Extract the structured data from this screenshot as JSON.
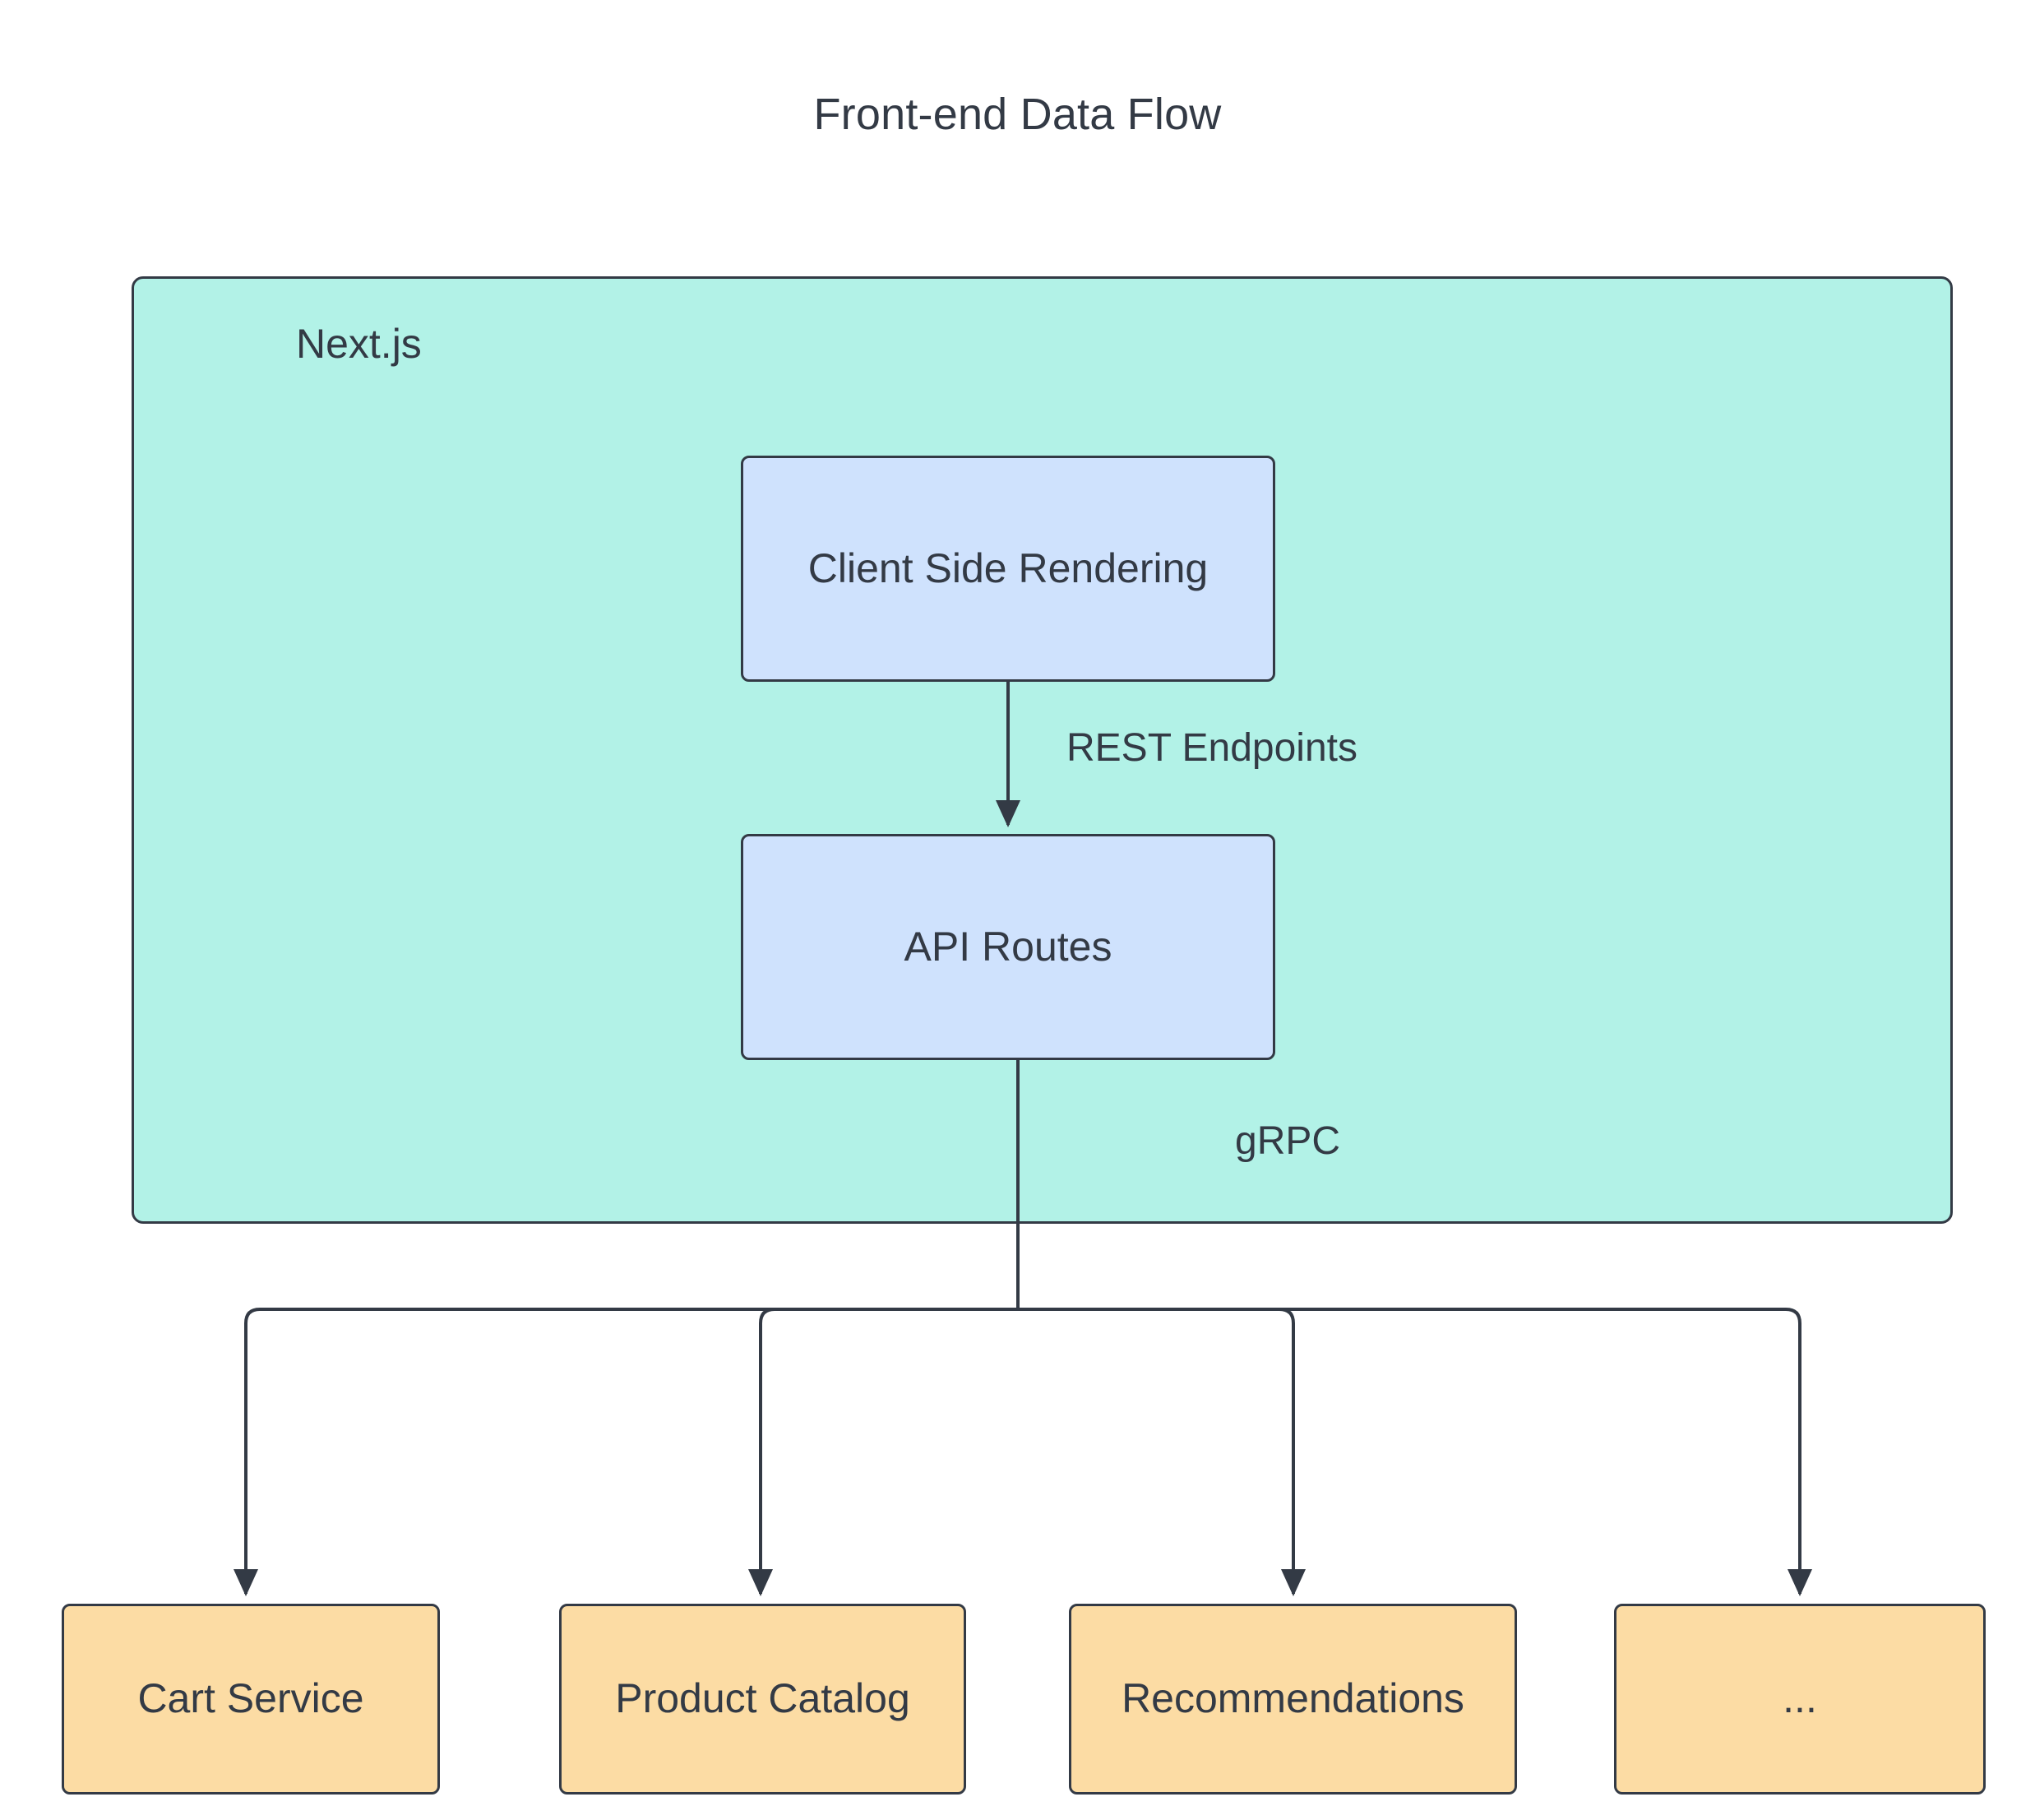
{
  "diagram": {
    "title": "Front-end Data Flow",
    "type": "flowchart",
    "direction": "top-down",
    "colors": {
      "cluster_fill": "#b2f2e7",
      "process_fill": "#cfe2fd",
      "service_fill": "#fcdca4",
      "stroke": "#333a45",
      "text": "#333a45",
      "background": "#ffffff"
    },
    "cluster": {
      "label": "Next.js"
    },
    "nodes": [
      {
        "id": "csr",
        "label": "Client Side Rendering",
        "group": "Next.js",
        "kind": "process"
      },
      {
        "id": "api",
        "label": "API Routes",
        "group": "Next.js",
        "kind": "process"
      },
      {
        "id": "cart",
        "label": "Cart Service",
        "group": "",
        "kind": "service"
      },
      {
        "id": "prod",
        "label": "Product Catalog",
        "group": "",
        "kind": "service"
      },
      {
        "id": "reco",
        "label": "Recommendations",
        "group": "",
        "kind": "service"
      },
      {
        "id": "more",
        "label": "...",
        "group": "",
        "kind": "service"
      }
    ],
    "edges": [
      {
        "from": "csr",
        "to": "api",
        "label": "REST Endpoints",
        "arrow": "single"
      },
      {
        "from": "api",
        "to": "cart",
        "label": "gRPC",
        "arrow": "single"
      },
      {
        "from": "api",
        "to": "prod",
        "label": "",
        "arrow": "single"
      },
      {
        "from": "api",
        "to": "reco",
        "label": "",
        "arrow": "single"
      },
      {
        "from": "api",
        "to": "more",
        "label": "",
        "arrow": "single"
      }
    ],
    "edge_labels": {
      "rest": "REST Endpoints",
      "grpc": "gRPC"
    }
  }
}
